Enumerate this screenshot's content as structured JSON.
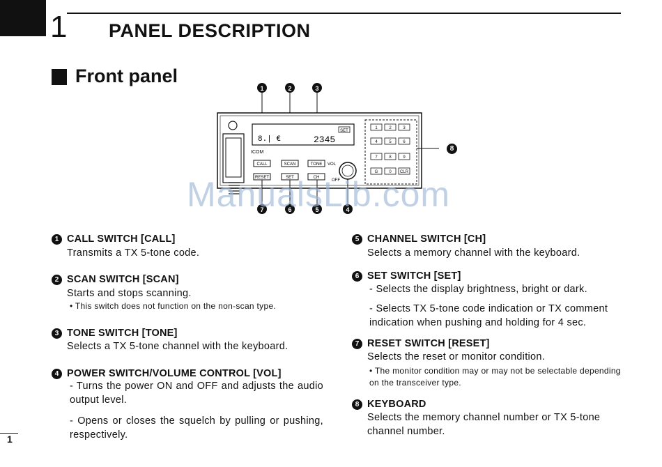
{
  "chapter": {
    "number": "1",
    "title": "PANEL DESCRIPTION"
  },
  "section": {
    "title": "Front panel"
  },
  "diagram": {
    "brand": "ICOM",
    "display_chars": "2345",
    "display_badge": "SET",
    "button_labels": [
      "CALL",
      "SCAN",
      "TONE",
      "RESET",
      "SET",
      "CH"
    ],
    "knob_labels": [
      "VOL",
      "OFF"
    ],
    "keypad": [
      "1",
      "2",
      "3",
      "4",
      "5",
      "6",
      "7",
      "8",
      "9",
      "G",
      "0",
      "CLR"
    ],
    "callouts_top": [
      "1",
      "2",
      "3"
    ],
    "callouts_bottom": [
      "7",
      "6",
      "5",
      "4"
    ],
    "callout_right": "8"
  },
  "watermark": "ManualsLib.com",
  "items": [
    {
      "num": "1",
      "heading": "CALL SWITCH [CALL]",
      "lines": [
        "Transmits a TX 5-tone code."
      ]
    },
    {
      "num": "2",
      "heading": "SCAN SWITCH [SCAN]",
      "lines": [
        "Starts and stops scanning."
      ],
      "note": "This switch does not function on the non-scan type."
    },
    {
      "num": "3",
      "heading": "TONE SWITCH [TONE]",
      "lines": [
        "Selects a TX 5-tone channel with the keyboard."
      ]
    },
    {
      "num": "4",
      "heading": "POWER SWITCH/VOLUME CONTROL [VOL]",
      "dash": [
        "Turns the power ON and OFF and adjusts the audio output level.",
        "Opens or closes the squelch by pulling or pushing, respectively."
      ]
    },
    {
      "num": "5",
      "heading": "CHANNEL SWITCH [CH]",
      "lines": [
        "Selects a memory channel with the keyboard."
      ]
    },
    {
      "num": "6",
      "heading": "SET SWITCH [SET]",
      "dash": [
        "Selects the display brightness, bright or dark.",
        "Selects TX 5-tone code indication or TX comment indication when pushing and holding for 4 sec."
      ]
    },
    {
      "num": "7",
      "heading": "RESET SWITCH [RESET]",
      "lines": [
        "Selects the reset or monitor condition."
      ],
      "note": "The monitor condition may or may not be selectable depending on the transceiver type."
    },
    {
      "num": "8",
      "heading": "KEYBOARD",
      "lines": [
        "Selects the memory channel number or TX 5-tone channel number."
      ]
    }
  ],
  "page": {
    "number": "1"
  }
}
